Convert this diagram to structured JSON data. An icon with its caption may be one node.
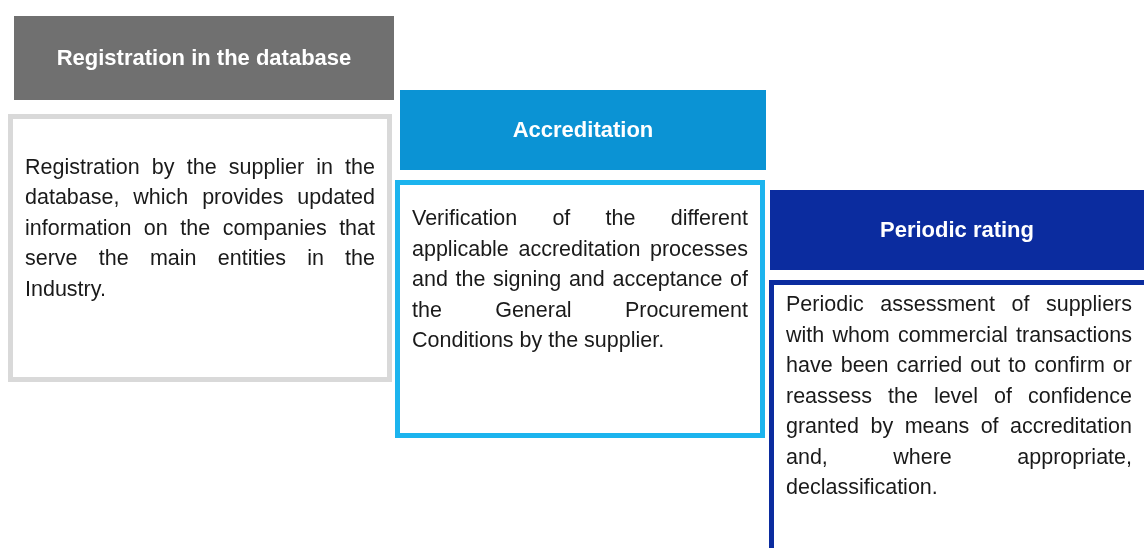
{
  "diagram": {
    "nodes": [
      {
        "text": [
          "Registration in the database"
        ]
      },
      {
        "text": [
          "Registration by the supplier in the database, which provides updated information on the companies that serve the main entities in the Industry."
        ]
      },
      {
        "text": [
          "Accreditation"
        ]
      },
      {
        "text": [
          "Verification of the different applicable accreditation processes and the signing and acceptance of the General Procurement Conditions by the supplier."
        ]
      },
      {
        "text": [
          "Periodic rating"
        ]
      },
      {
        "text": [
          "Periodic assessment of suppliers with whom commercial transactions have been carried out to confirm or reassess the level of confidence granted by means of accreditation and, where appropriate, declassification."
        ]
      }
    ]
  }
}
